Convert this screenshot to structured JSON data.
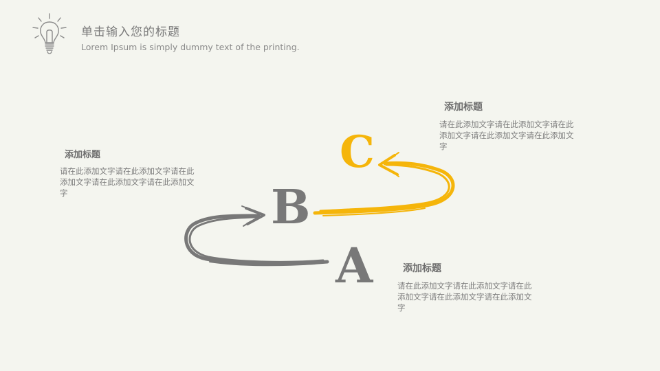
{
  "header": {
    "title": "单击输入您的标题",
    "subtitle": "Lorem Ipsum is simply dummy  text of the printing."
  },
  "icons": {
    "header_icon": "lightbulb-icon"
  },
  "colors": {
    "background": "#f4f5ef",
    "gray": "#787878",
    "accent": "#f5b50a"
  },
  "steps": {
    "a": {
      "letter": "A"
    },
    "b": {
      "letter": "B"
    },
    "c": {
      "letter": "C"
    }
  },
  "blocks": {
    "left": {
      "heading": "添加标题",
      "body": "请在此添加文字请在此添加文字请在此添加文字请在此添加文字请在此添加文字"
    },
    "right_top": {
      "heading": "添加标题",
      "body": "请在此添加文字请在此添加文字请在此添加文字请在此添加文字请在此添加文字"
    },
    "right_bottom": {
      "heading": "添加标题",
      "body": "请在此添加文字请在此添加文字请在此添加文字请在此添加文字请在此添加文字"
    }
  }
}
